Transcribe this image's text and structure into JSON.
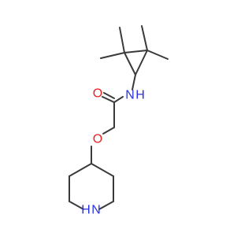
{
  "molecule": {
    "atoms": [
      {
        "id": "carbonyl-oxygen",
        "symbol": "O",
        "label": "O",
        "color": "#e8201f"
      },
      {
        "id": "amide-nitrogen",
        "symbol": "N",
        "label": "N",
        "hydrogen": "H",
        "color": "#2a31e6"
      },
      {
        "id": "ether-oxygen",
        "symbol": "O",
        "label": "O",
        "color": "#e8201f"
      },
      {
        "id": "piperidine-nitrogen",
        "symbol": "N",
        "label": "N",
        "hydrogen": "H",
        "color": "#2a31e6"
      }
    ],
    "bond_color": "#3a3a3a"
  }
}
